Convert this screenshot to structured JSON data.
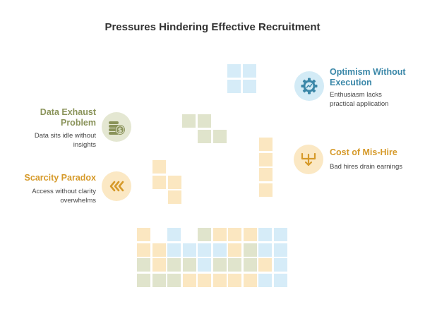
{
  "title": "Pressures Hindering Effective Recruitment",
  "items": [
    {
      "id": "optimism",
      "heading": "Optimism Without Execution",
      "description": "Enthusiasm lacks practical application",
      "color": "#3a87a8",
      "icon": "gear-chart-icon",
      "icon_bg": "#d3ebf6"
    },
    {
      "id": "data-exhaust",
      "heading": "Data Exhaust Problem",
      "description": "Data sits idle without insights",
      "color": "#8a935a",
      "icon": "coins-dollar-icon",
      "icon_bg": "#e4e7d2"
    },
    {
      "id": "cost-mis-hire",
      "heading": "Cost of Mis-Hire",
      "description": "Bad hires drain earnings",
      "color": "#d69a2a",
      "icon": "down-arrow-tray-icon",
      "icon_bg": "#fbe8c4"
    },
    {
      "id": "scarcity",
      "heading": "Scarcity Paradox",
      "description": "Access without clarity overwhelms",
      "color": "#d69a2a",
      "icon": "triple-chevron-left-icon",
      "icon_bg": "#fbe8c4"
    }
  ]
}
